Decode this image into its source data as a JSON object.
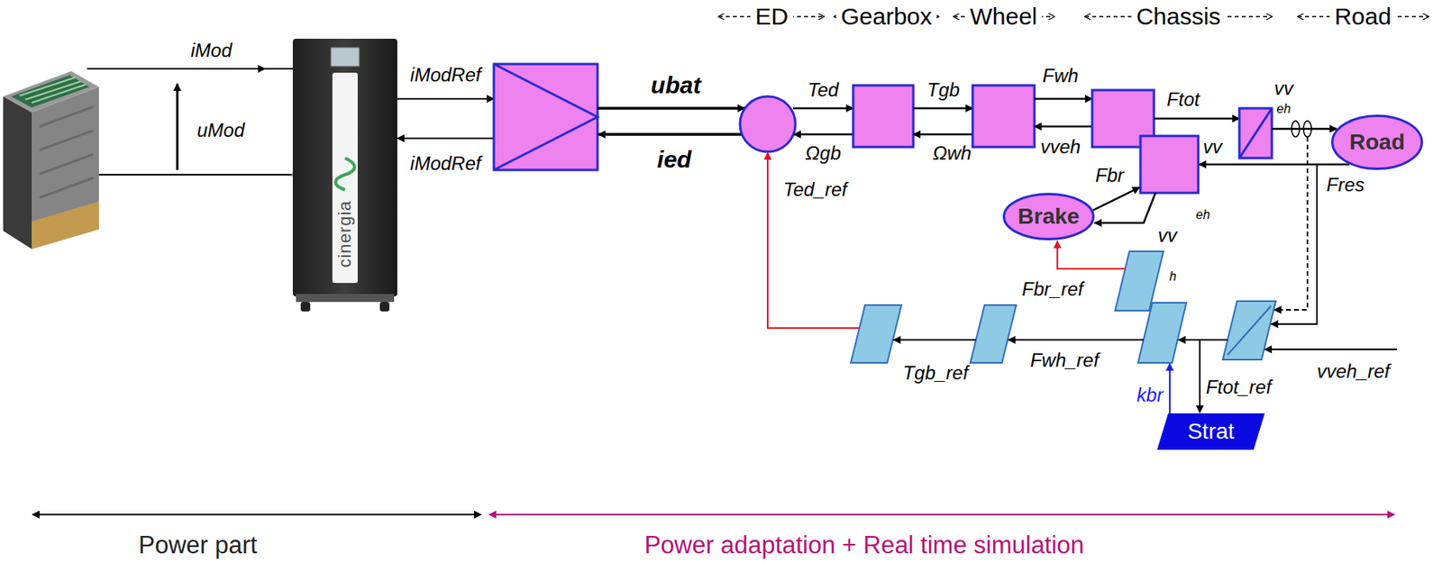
{
  "diagram": {
    "nodes": [
      {
        "text": [
          "Road"
        ]
      },
      {
        "text": [
          "Brake"
        ]
      },
      {
        "text": [
          "Strat"
        ]
      }
    ],
    "labels": [
      "iMod",
      "uMod",
      "iModRef",
      "iModRef",
      "ubat",
      "ied",
      "Ted",
      "Ωgb",
      "Tgb",
      "Ωwh",
      "Fwh",
      "vveh",
      "Ftot",
      "vv",
      "eh",
      "Fres",
      "vv",
      "eh",
      "Fbr",
      "vv",
      "Ted_ref",
      "Fbr_ref",
      "h",
      "Tgb_ref",
      "Fwh_ref",
      "kbr",
      "Ftot_ref",
      "vveh_ref",
      "ED",
      "Gearbox",
      "Wheel",
      "Chassis",
      "Road",
      "Power part",
      "Power adaptation + Real time simulation",
      "cinergia"
    ]
  }
}
